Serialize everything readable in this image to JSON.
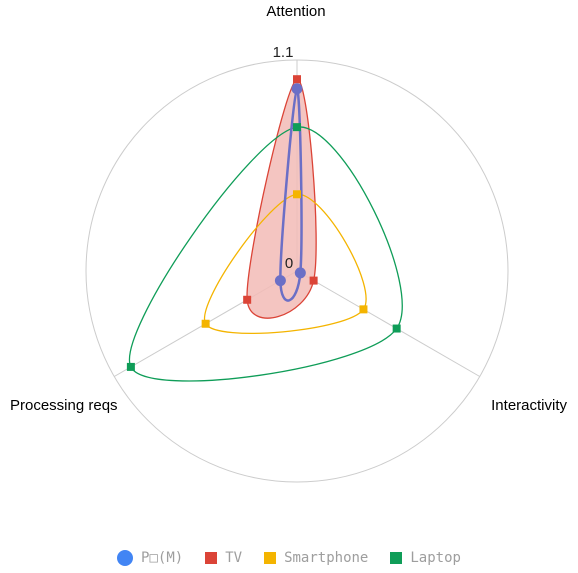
{
  "chart_data": {
    "type": "radar",
    "title": "",
    "axes": [
      "Attention",
      "Interactivity",
      "Processing reqs"
    ],
    "radial_ticks": {
      "min_label": "0",
      "max_label": "1.1"
    },
    "range": [
      0,
      1.1
    ],
    "grid": true,
    "legend_position": "bottom",
    "series": [
      {
        "name": "P□(M)",
        "values": [
          0.95,
          0.02,
          0.1
        ],
        "color": "#6b6fc6",
        "marker": "circle",
        "curved": true,
        "fill": false
      },
      {
        "name": "TV",
        "values": [
          1.0,
          0.1,
          0.3
        ],
        "color": "#db4437",
        "marker": "square",
        "curved": true,
        "fill": true,
        "fill_color": "#f2bbb6"
      },
      {
        "name": "Smartphone",
        "values": [
          0.4,
          0.4,
          0.55
        ],
        "color": "#f4b400",
        "marker": "square",
        "curved": true,
        "fill": false
      },
      {
        "name": "Laptop",
        "values": [
          0.75,
          0.6,
          1.0
        ],
        "color": "#0f9d58",
        "marker": "square",
        "curved": true,
        "fill": false
      }
    ]
  },
  "legend": {
    "items": [
      {
        "label": "P□(M)",
        "color": "#4285f4",
        "shape": "circle"
      },
      {
        "label": "TV",
        "color": "#db4437",
        "shape": "square"
      },
      {
        "label": "Smartphone",
        "color": "#f4b400",
        "shape": "square"
      },
      {
        "label": "Laptop",
        "color": "#0f9d58",
        "shape": "square"
      }
    ]
  }
}
